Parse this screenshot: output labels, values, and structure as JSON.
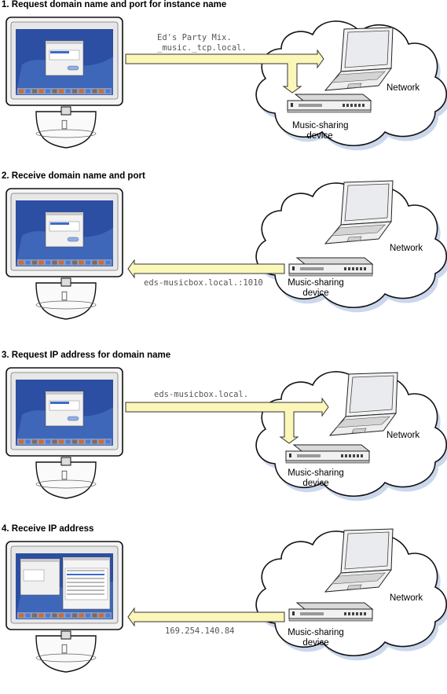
{
  "steps": [
    {
      "title": "1. Request domain name and port for instance name",
      "message_lines": [
        "Ed's Party Mix.",
        "_music._tcp.local."
      ],
      "network_label": "Network",
      "device_label_line1": "Music-sharing",
      "device_label_line2": "device",
      "direction": "to-network",
      "screen": "browser-dialog"
    },
    {
      "title": "2. Receive domain name and port",
      "message_lines": [
        "eds-musicbox.local.:1010"
      ],
      "network_label": "Network",
      "device_label_line1": "Music-sharing",
      "device_label_line2": "device",
      "direction": "from-device",
      "screen": "browser-dialog"
    },
    {
      "title": "3. Request IP address for domain name",
      "message_lines": [
        "eds-musicbox.local."
      ],
      "network_label": "Network",
      "device_label_line1": "Music-sharing",
      "device_label_line2": "device",
      "direction": "to-network",
      "screen": "browser-dialog"
    },
    {
      "title": "4. Receive IP address",
      "message_lines": [
        "169.254.140.84"
      ],
      "network_label": "Network",
      "device_label_line1": "Music-sharing",
      "device_label_line2": "device",
      "direction": "from-device",
      "screen": "player-windows"
    }
  ],
  "colors": {
    "arrow_fill": "#fbf7b8",
    "arrow_stroke": "#333333",
    "screen_blue": "#2c4fa3",
    "cloud_shadow": "#9fb6dc",
    "message_text": "#555555"
  }
}
